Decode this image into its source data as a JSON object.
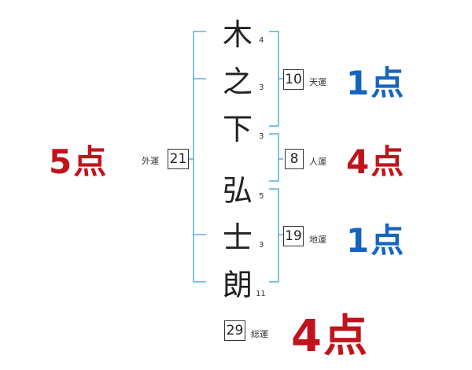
{
  "name_chars": [
    {
      "char": "木",
      "strokes": "4"
    },
    {
      "char": "之",
      "strokes": "3"
    },
    {
      "char": "下",
      "strokes": "3"
    },
    {
      "char": "弘",
      "strokes": "5"
    },
    {
      "char": "士",
      "strokes": "3"
    },
    {
      "char": "朗",
      "strokes": "11"
    }
  ],
  "fortunes": {
    "ten": {
      "label": "天運",
      "value": "10",
      "score": "1点",
      "color": "#1565c0"
    },
    "jin": {
      "label": "人運",
      "value": "8",
      "score": "4点",
      "color": "#c0141c"
    },
    "chi": {
      "label": "地運",
      "value": "19",
      "score": "1点",
      "color": "#1565c0"
    },
    "gai": {
      "label": "外運",
      "value": "21",
      "score": "5点",
      "color": "#c0141c"
    },
    "sou": {
      "label": "総運",
      "value": "29",
      "score": "4点",
      "color": "#c0141c"
    }
  },
  "bracket_color": "#5aaedc"
}
